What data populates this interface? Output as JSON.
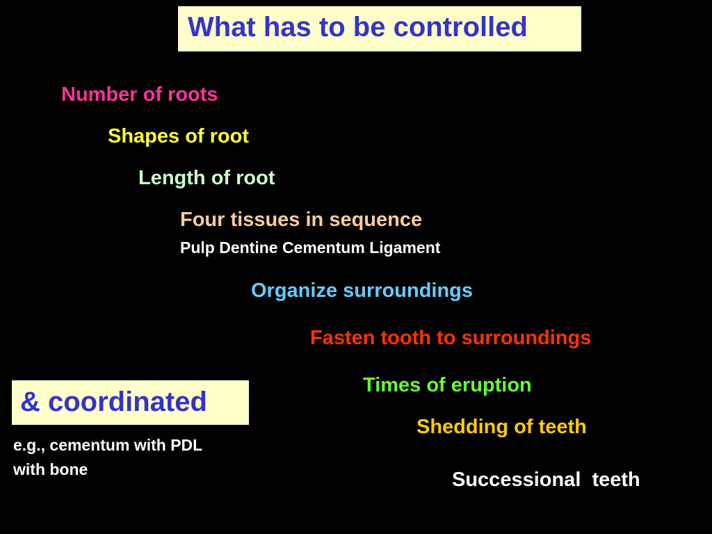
{
  "title": "What has to be controlled",
  "items": [
    {
      "label": "Number of roots",
      "color": "#ff3399"
    },
    {
      "label": "Shapes of root",
      "color": "#ffff33"
    },
    {
      "label": "Length of root",
      "color": "#ccffcc"
    },
    {
      "label": "Four tissues in sequence",
      "color": "#ffcc99"
    },
    {
      "label": "Pulp Dentine Cementum Ligament",
      "color": "#ffffff"
    },
    {
      "label": "Organize surroundings",
      "color": "#66ccff"
    },
    {
      "label": "Fasten tooth to surroundings",
      "color": "#ff3300"
    },
    {
      "label": "Times of eruption",
      "color": "#66ff33"
    },
    {
      "label": "Shedding of teeth",
      "color": "#ffcc00"
    },
    {
      "label": "Successional  teeth",
      "color": "#ffffff"
    }
  ],
  "coordinated": {
    "label": "& coordinated",
    "note_line1": "e.g., cementum with PDL",
    "note_line2": "with bone"
  }
}
